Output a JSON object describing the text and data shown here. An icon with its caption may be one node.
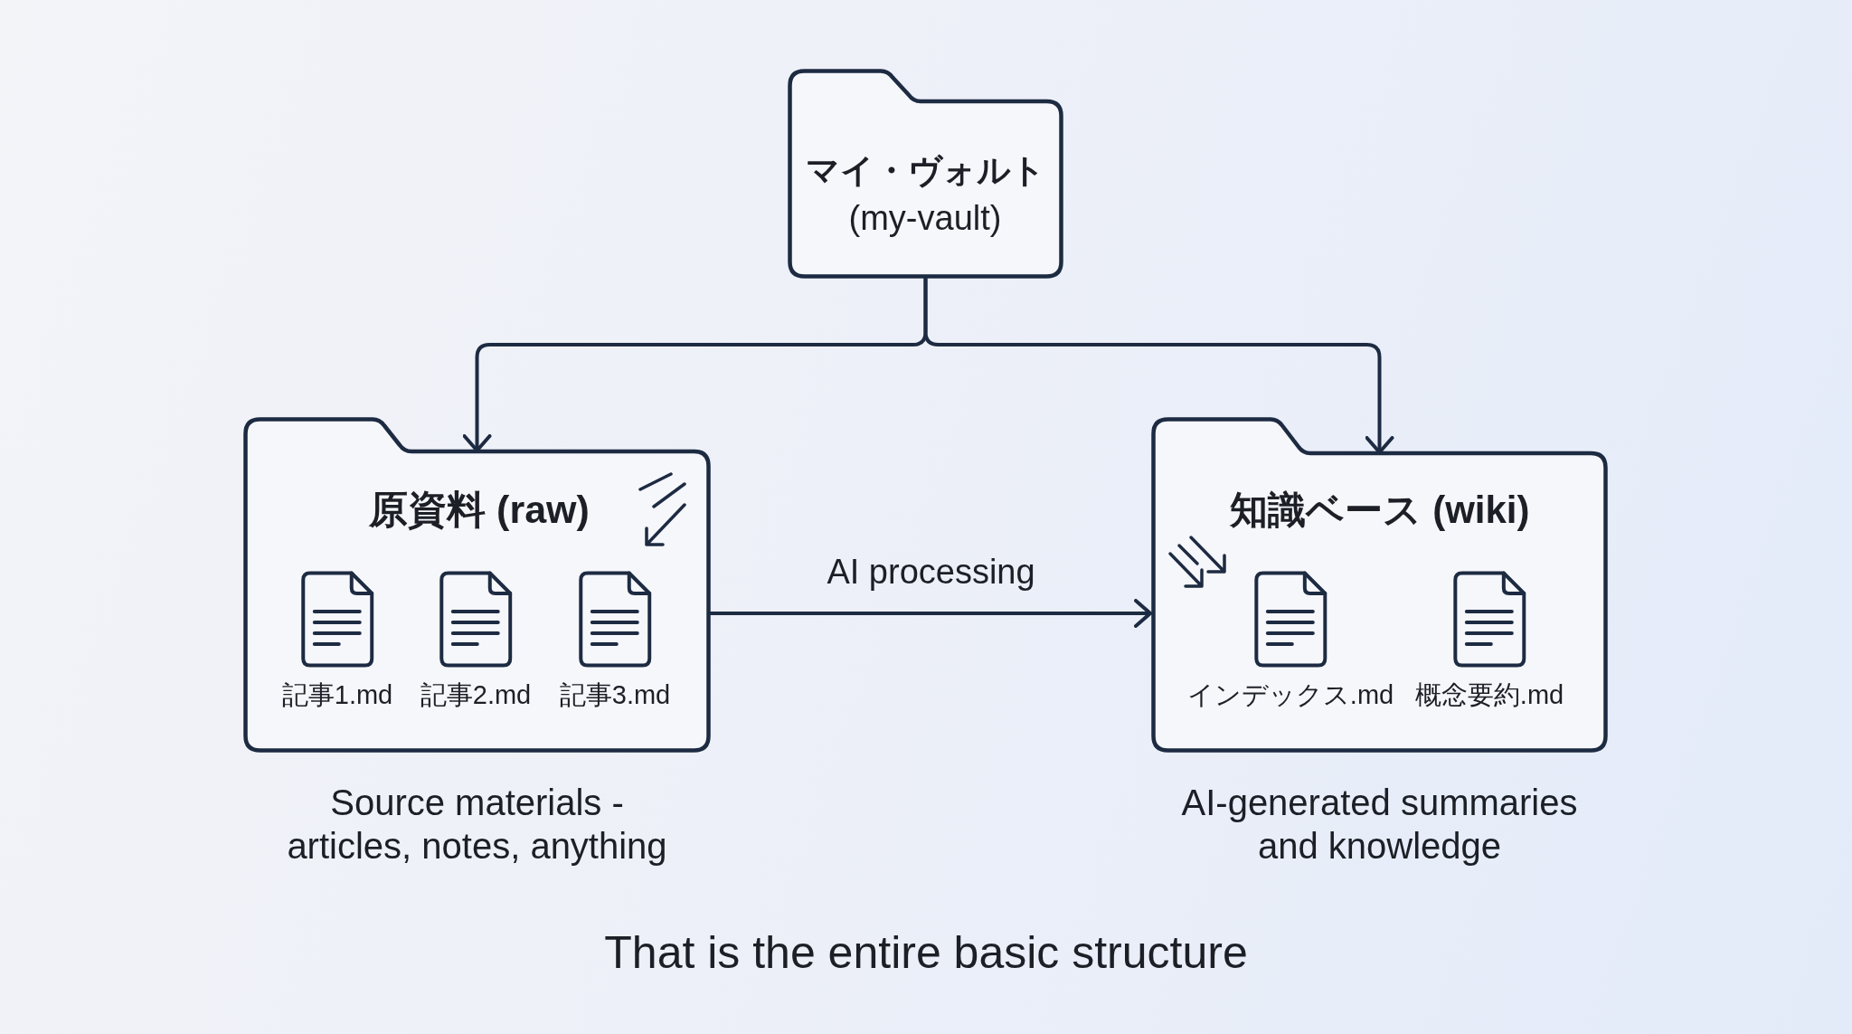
{
  "diagram": {
    "caption": "That is the entire basic structure",
    "nodes": [
      {
        "text": [
          "マイ・ヴォルト",
          "(my-vault)"
        ]
      },
      {
        "text": [
          "原資料 (raw)"
        ],
        "beside": [
          "Source materials - articles, notes, anything"
        ]
      },
      {
        "text": [
          "記事1.md"
        ],
        "in": 1
      },
      {
        "text": [
          "記事2.md"
        ],
        "in": 1
      },
      {
        "text": [
          "記事3.md"
        ],
        "in": 1
      },
      {
        "text": [
          "知識ベース (wiki)"
        ],
        "beside": [
          "AI-generated summaries and knowledge"
        ]
      },
      {
        "text": [
          "インデックス.md"
        ],
        "in": 5
      },
      {
        "text": [
          "概念要約.md"
        ],
        "in": 5
      }
    ],
    "edges": [
      {
        "from": 0,
        "to": 1,
        "arrow": "to"
      },
      {
        "from": 0,
        "to": 5,
        "arrow": "to"
      },
      {
        "from": 1,
        "to": 5,
        "arrow": "to",
        "label": "AI processing"
      }
    ]
  }
}
